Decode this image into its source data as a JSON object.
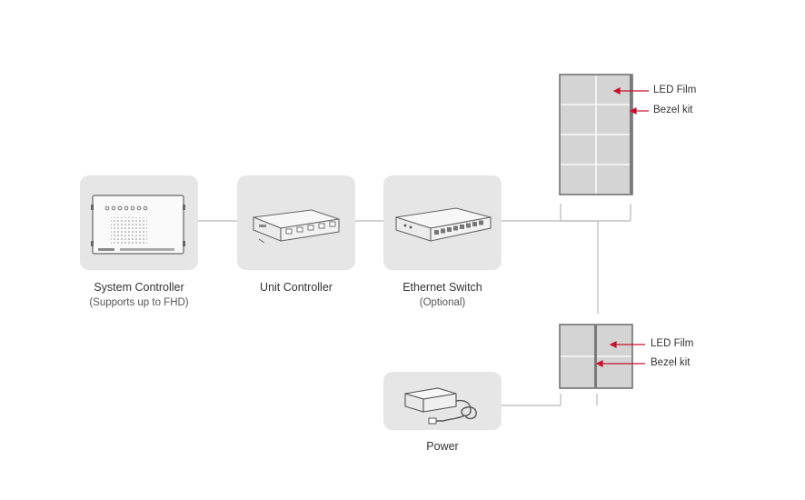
{
  "devices": {
    "system_controller": {
      "name": "System Controller",
      "note": "(Supports up to FHD)"
    },
    "unit_controller": {
      "name": "Unit Controller"
    },
    "ethernet_switch": {
      "name": "Ethernet Switch",
      "note": "(Optional)"
    },
    "power": {
      "name": "Power"
    }
  },
  "panel_top": {
    "film_label": "LED Film",
    "bezel_label": "Bezel kit"
  },
  "panel_bottom": {
    "film_label": "LED Film",
    "bezel_label": "Bezel kit"
  },
  "colors": {
    "accent": "#c8102e",
    "card": "#e6e6e6",
    "line": "#b5b5b5",
    "panel": "#d4d4d4"
  }
}
